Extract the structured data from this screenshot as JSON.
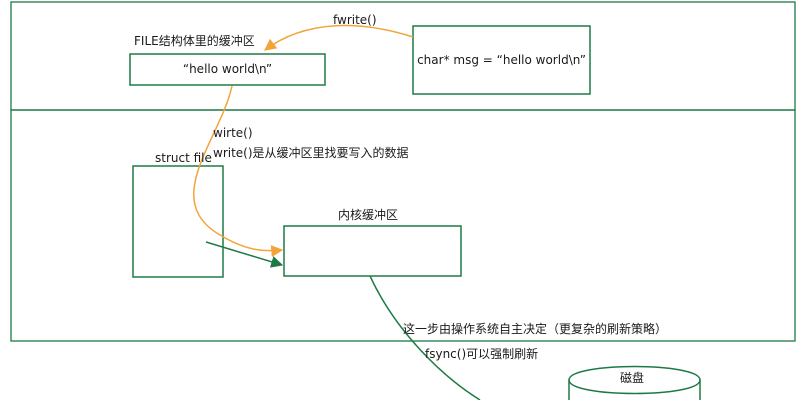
{
  "user_space": {
    "file_buffer_label": "FILE结构体里的缓冲区",
    "file_buffer_content": "“hello world\\n”",
    "msg_box_content": "char* msg = “hello world\\n”",
    "fwrite_label": "fwrite()"
  },
  "kernel_space": {
    "write_label": "wirte()",
    "write_desc": "write()是从缓冲区里找要写入的数据",
    "struct_file_label": "struct file",
    "kernel_buffer_label": "内核缓冲区",
    "os_flush_desc": "这一步由操作系统自主决定（更复杂的刷新策略）",
    "fsync_desc": "fsync()可以强制刷新"
  },
  "disk": {
    "label": "磁盘"
  },
  "colors": {
    "border": "#1e7a45",
    "orange_arrow": "#f2a43a",
    "green_arrow": "#1e7a45"
  }
}
